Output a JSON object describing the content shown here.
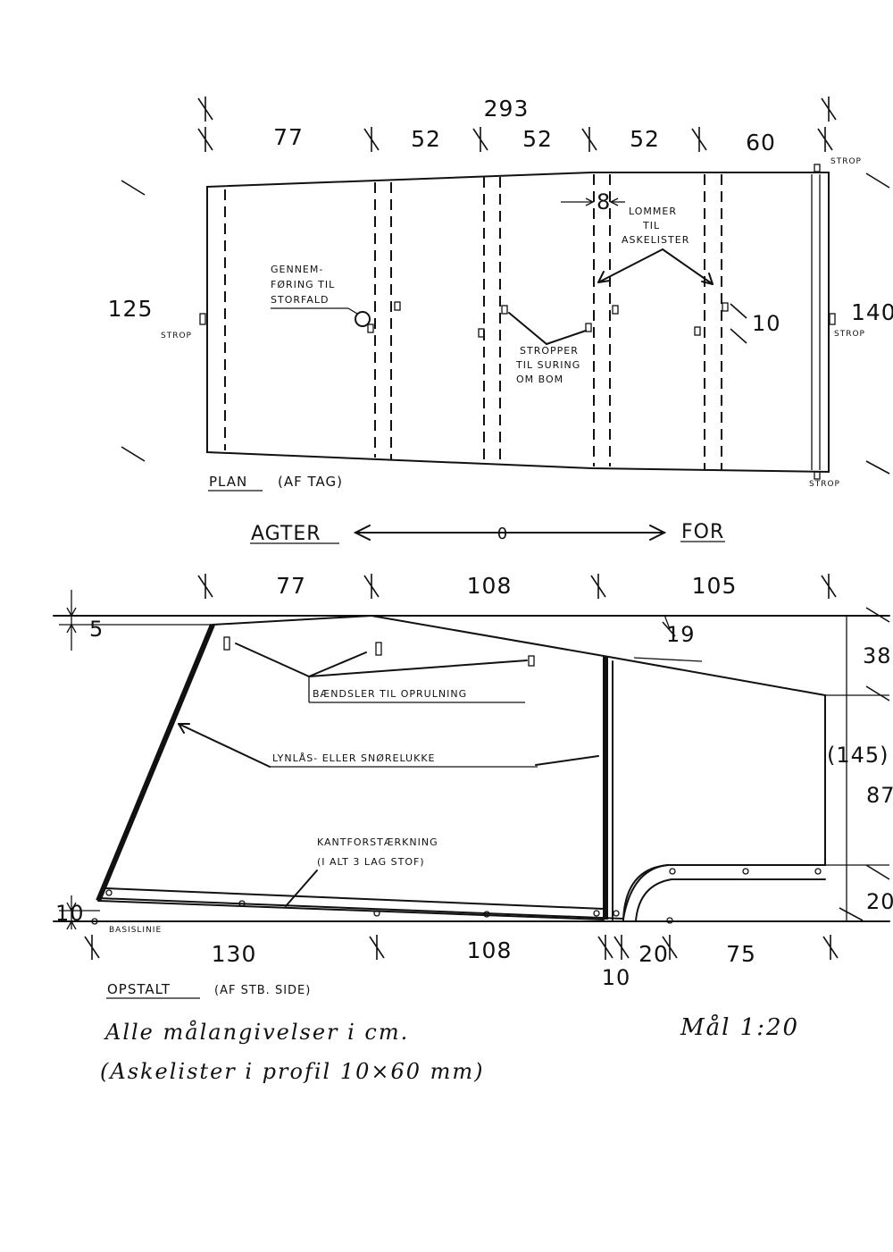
{
  "plan": {
    "total": "293",
    "segments": [
      "77",
      "52",
      "52",
      "52",
      "60"
    ],
    "left_height": "125",
    "right_height": "140",
    "pocket_width": "8",
    "right_offset": "10",
    "label_gennem": [
      "GENNEM-",
      "FØRING TIL",
      "STORFALD"
    ],
    "label_lommer": [
      "LOMMER",
      "TIL",
      "ASKELISTER"
    ],
    "label_stropper": [
      "STROPPER",
      "TIL SURING",
      "OM BOM"
    ],
    "strop": "STROP",
    "title": "PLAN",
    "subtitle": "(AF TAG)"
  },
  "direction": {
    "aft": "AGTER",
    "fore": "FOR",
    "center": "0"
  },
  "elevation": {
    "top_dims": [
      "77",
      "108",
      "105"
    ],
    "bottom_dims": [
      "130",
      "108",
      "20",
      "75"
    ],
    "bottom_small": "10",
    "left_top": "5",
    "left_bottom": "10",
    "slope_dim": "19",
    "right_dims": [
      "38",
      "87",
      "20"
    ],
    "right_total": "(145)",
    "label_baendsler": "BÆNDSLER TIL OPRULNING",
    "label_lynlas": "LYNLÅS- ELLER SNØRELUKKE",
    "label_kant": [
      "KANTFORSTÆRKNING",
      "(I ALT 3 LAG STOF)"
    ],
    "baseline": "BASISLINIE",
    "title": "OPSTALT",
    "subtitle": "(AF STB. SIDE)"
  },
  "notes": {
    "units": "Alle målangivelser i cm.",
    "profile": "(Askelister i profil 10×60 mm)",
    "scale": "Mål 1:20"
  }
}
